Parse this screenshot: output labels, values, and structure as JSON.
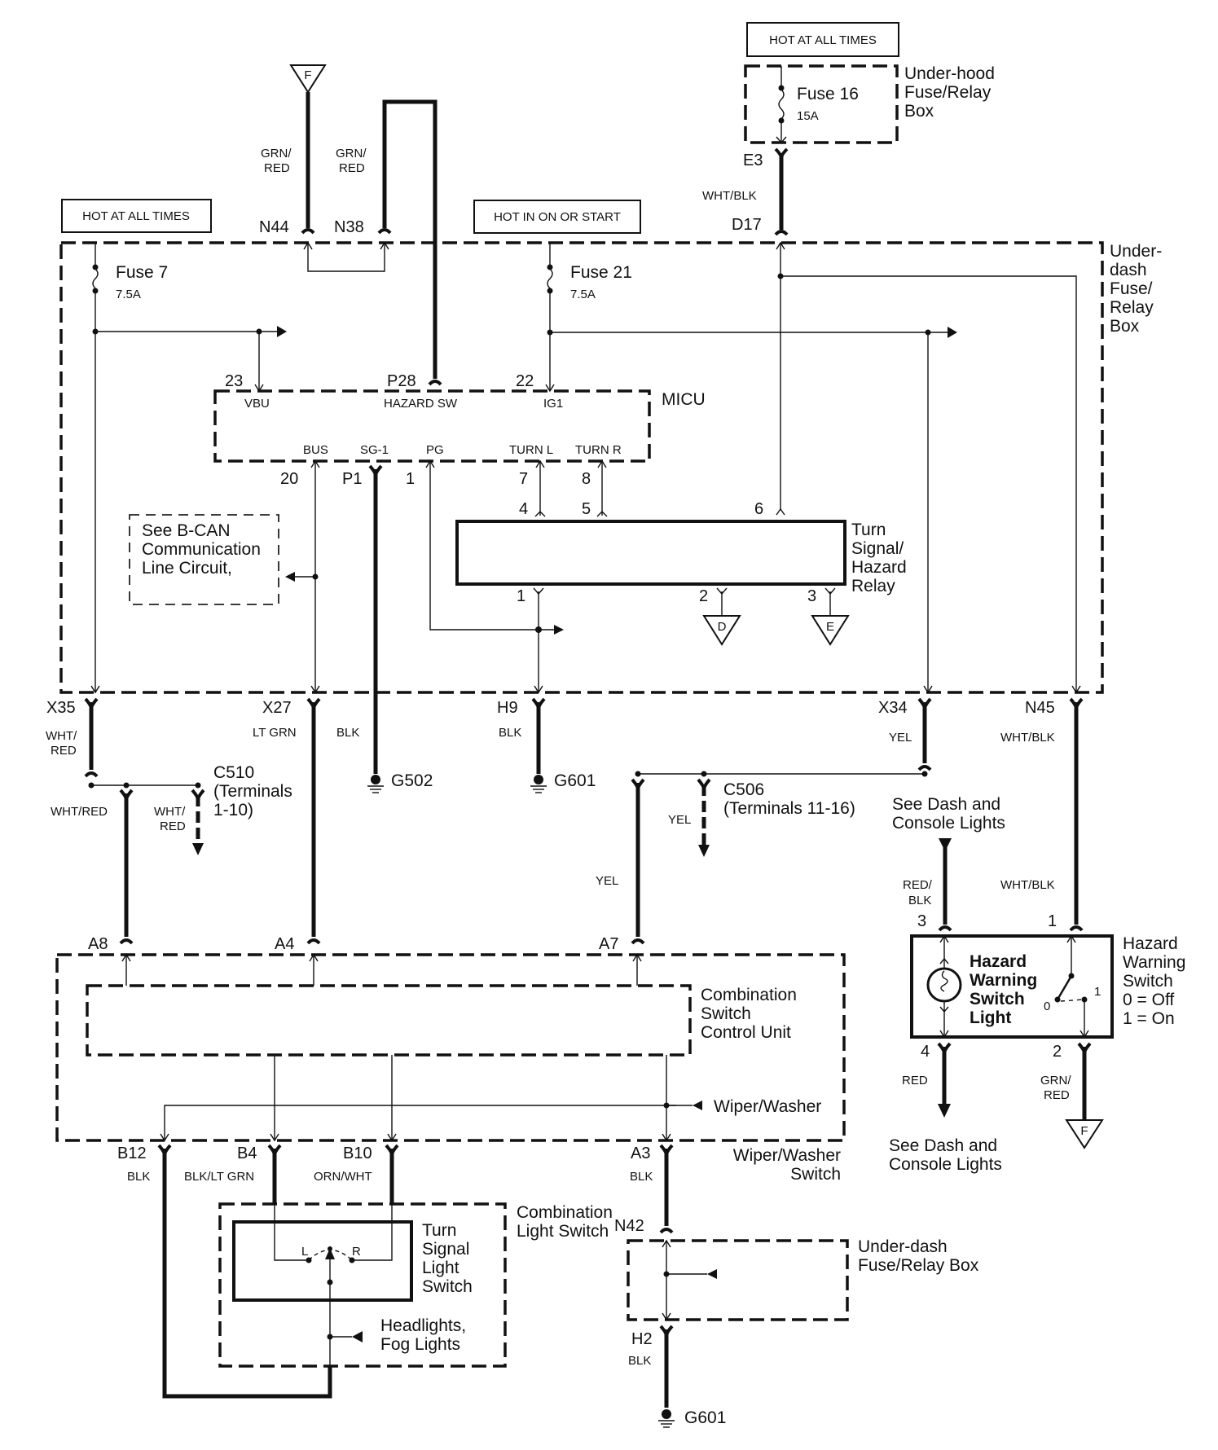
{
  "title": "Turn Signal / Hazard Warning Wiring Diagram",
  "sources": {
    "hot_all_times_left": "HOT AT ALL TIMES",
    "hot_on_start": "HOT IN ON OR START",
    "hot_all_times_right": "HOT AT ALL TIMES"
  },
  "underhood": {
    "label_lines": [
      "Under-hood",
      "Fuse/Relay",
      "Box"
    ],
    "fuse_name": "Fuse 16",
    "fuse_rating": "15A",
    "out_pin": "E3",
    "wire": "WHT/BLK"
  },
  "underdash": {
    "label_lines": [
      "Under-",
      "dash",
      "Fuse/",
      "Relay",
      "Box"
    ],
    "fuse7_name": "Fuse 7",
    "fuse7_rating": "7.5A",
    "fuse21_name": "Fuse 21",
    "fuse21_rating": "7.5A",
    "top_pins": {
      "n44": "N44",
      "n38": "N38",
      "d17": "D17"
    },
    "bottom_pins": {
      "x35": "X35",
      "x27": "X27",
      "h9": "H9",
      "x34": "X34",
      "n45": "N45"
    }
  },
  "top_wires": {
    "n44_color": "GRN/ RED",
    "n44_line1": "GRN/",
    "n44_line2": "RED",
    "n38_line1": "GRN/",
    "n38_line2": "RED",
    "ref_f": "F"
  },
  "micu": {
    "name": "MICU",
    "pins_top": [
      {
        "num": "23",
        "name": "VBU"
      },
      {
        "num": "P28",
        "name": "HAZARD SW"
      },
      {
        "num": "22",
        "name": "IG1"
      }
    ],
    "pins_bottom": [
      {
        "num": "20",
        "name": "BUS"
      },
      {
        "num": "P1",
        "name": "SG-1"
      },
      {
        "num": "1",
        "name": "PG"
      },
      {
        "num": "7",
        "name": "TURN L"
      },
      {
        "num": "8",
        "name": "TURN R"
      }
    ]
  },
  "bcan": {
    "lines": [
      "See B-CAN",
      "Communication",
      "Line Circuit,"
    ]
  },
  "relay": {
    "label_lines": [
      "Turn",
      "Signal/",
      "Hazard",
      "Relay"
    ],
    "pins": {
      "p4": "4",
      "p5": "5",
      "p6": "6",
      "p1": "1",
      "p2": "2",
      "p3": "3"
    },
    "ref_d": "D",
    "ref_e": "E"
  },
  "wires_mid": {
    "x35_line1": "WHT/",
    "x35_line2": "RED",
    "x27": "LT GRN",
    "p1": "BLK",
    "h9": "BLK",
    "x34": "YEL",
    "n45": "WHT/BLK",
    "c510_left": "WHT/RED",
    "c510_right_1": "WHT/",
    "c510_right_2": "RED",
    "c506": "YEL",
    "a7": "YEL"
  },
  "grounds": {
    "g502": "G502",
    "g601_a": "G601",
    "g601_b": "G601"
  },
  "connectors": {
    "c510_lines": [
      "C510",
      "(Terminals",
      "1-10)"
    ],
    "c506_lines": [
      "C506",
      "(Terminals 11-16)"
    ]
  },
  "see_dash_top": [
    "See Dash and",
    "Console Lights"
  ],
  "see_dash_bottom": [
    "See Dash and",
    "Console Lights"
  ],
  "hazard_switch": {
    "inner_label": [
      "Hazard",
      "Warning",
      "Switch",
      "Light"
    ],
    "side_label": [
      "Hazard",
      "Warning",
      "Switch",
      "0 = Off",
      "1 = On"
    ],
    "pins": {
      "p3": "3",
      "p1": "1",
      "p4": "4",
      "p2": "2"
    },
    "pos0": "0",
    "pos1": "1",
    "wire_p3_1": "RED/",
    "wire_p3_2": "BLK",
    "wire_p1": "WHT/BLK",
    "wire_p4": "RED",
    "wire_p2_1": "GRN/",
    "wire_p2_2": "RED",
    "ref_f": "F"
  },
  "combo_switch": {
    "top_pins": {
      "a8": "A8",
      "a4": "A4",
      "a7": "A7"
    },
    "control_unit_label": [
      "Combination",
      "Switch",
      "Control Unit"
    ],
    "wiper_washer": "Wiper/Washer",
    "bottom_pins": {
      "b12": "B12",
      "b4": "B4",
      "b10": "B10",
      "a3": "A3"
    },
    "wires": {
      "b12": "BLK",
      "b4": "BLK/LT GRN",
      "b10": "ORN/WHT",
      "a3": "BLK"
    },
    "wiper_switch_label": [
      "Wiper/Washer",
      "Switch"
    ]
  },
  "light_switch": {
    "outer_label": [
      "Combination",
      "Light Switch"
    ],
    "inner_label": [
      "Turn",
      "Signal",
      "Light",
      "Switch"
    ],
    "l": "L",
    "r": "R",
    "headlights": [
      "Headlights,",
      "Fog Lights"
    ]
  },
  "underdash_lower": {
    "label": [
      "Under-dash",
      "Fuse/Relay Box"
    ],
    "pin_in": "N42",
    "pin_out": "H2",
    "wire": "BLK"
  }
}
